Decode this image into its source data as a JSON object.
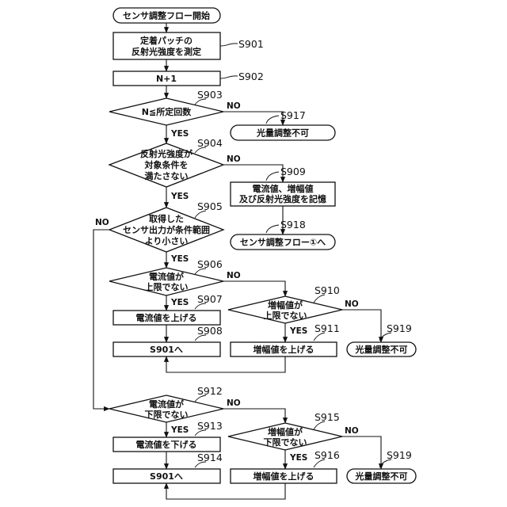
{
  "nodes": {
    "start": "センサ調整フロー開始",
    "s901": [
      "定着パッチの",
      "反射光強度を測定"
    ],
    "s902": "N+1",
    "s903": "N≦所定回数",
    "s917": "光量調整不可",
    "s904": [
      "反射光強度が",
      "対象条件を",
      "満たさない"
    ],
    "s909": [
      "電流値、増幅値",
      "及び反射光強度を記憶"
    ],
    "s918": "センサ調整フロー①へ",
    "s905": [
      "取得した",
      "センサ出力が条件範囲",
      "より小さい"
    ],
    "s906": [
      "電流値が",
      "上限でない"
    ],
    "s907": "電流値を上げる",
    "s908": "S901へ",
    "s910": [
      "増幅値が",
      "上限でない"
    ],
    "s911": "増幅値を上げる",
    "s919a": "光量調整不可",
    "s912": [
      "電流値が",
      "下限でない"
    ],
    "s913": "電流値を下げる",
    "s914": "S901へ",
    "s915": [
      "増幅値が",
      "下限でない"
    ],
    "s916": "増幅値を上げる",
    "s919b": "光量調整不可"
  },
  "step_labels": {
    "s901": "S901",
    "s902": "S902",
    "s903": "S903",
    "s904": "S904",
    "s905": "S905",
    "s906": "S906",
    "s907": "S907",
    "s908": "S908",
    "s909": "S909",
    "s910": "S910",
    "s911": "S911",
    "s912": "S912",
    "s913": "S913",
    "s914": "S914",
    "s915": "S915",
    "s916": "S916",
    "s917": "S917",
    "s918": "S918",
    "s919a": "S919",
    "s919b": "S919"
  },
  "branch": {
    "yes": "YES",
    "no": "NO"
  }
}
